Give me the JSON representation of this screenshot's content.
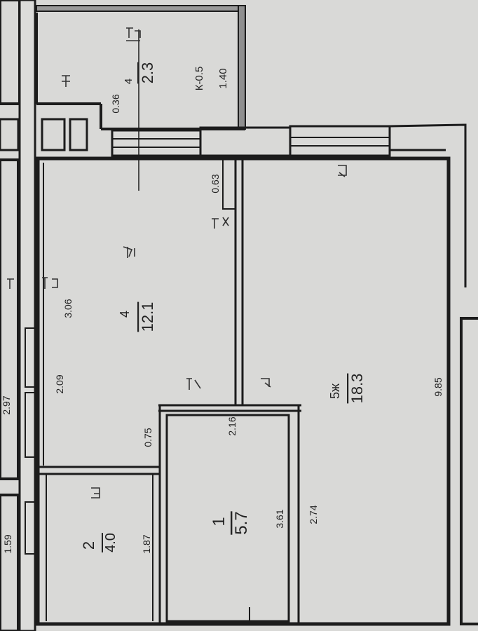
{
  "rooms": {
    "loggia": {
      "num": "К-0.5",
      "area": "1.40"
    },
    "wc": {
      "num": "4",
      "area": "2.3"
    },
    "kitchen": {
      "num": "4",
      "area": "12.1"
    },
    "living": {
      "num": "5ж",
      "area": "18.3"
    },
    "bath": {
      "num": "1",
      "area": "5.7"
    },
    "storage": {
      "num": "2",
      "area": "4.0"
    }
  },
  "dimensions": {
    "d_0_36": "0.36",
    "d_0_63": "0.63",
    "d_3_06": "3.06",
    "d_2_09": "2.09",
    "d_0_75": "0.75",
    "d_2_16": "2.16",
    "d_2_97": "2.97",
    "d_9_85": "9.85",
    "d_1_87": "1.87",
    "d_3_61": "3.61",
    "d_2_74": "2.74",
    "d_1_59": "1.59"
  }
}
